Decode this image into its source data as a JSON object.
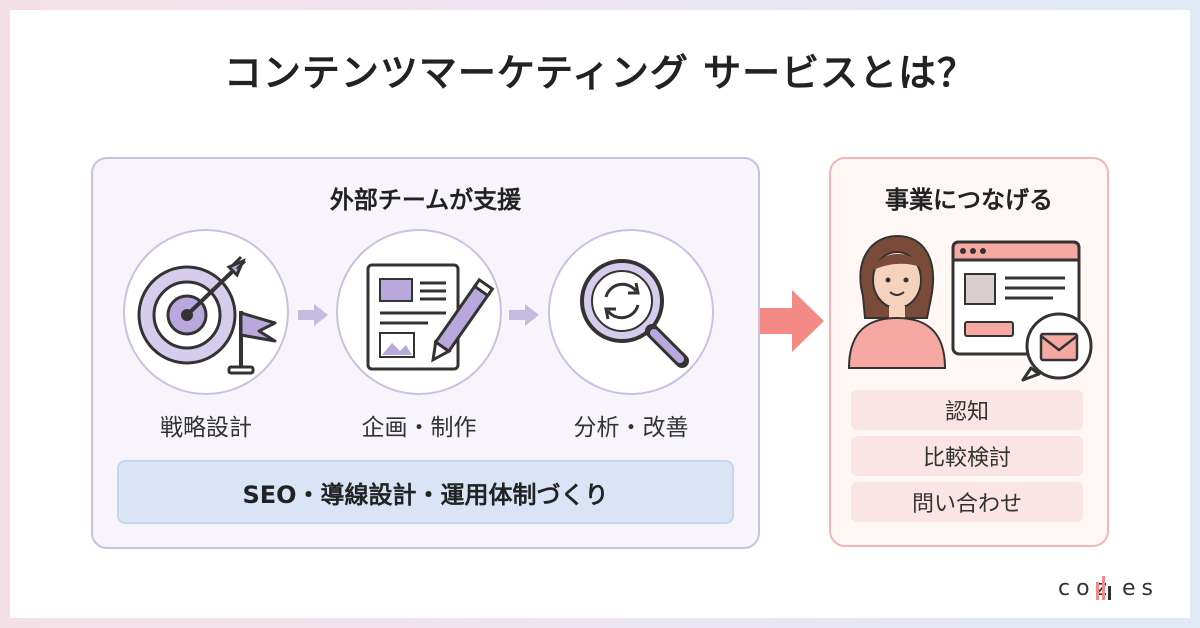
{
  "title": "コンテンツマーケティング サービスとは？",
  "left_panel": {
    "heading": "外部チームが支援",
    "steps": [
      {
        "label": "戦略設計",
        "icon": "target-flag-icon"
      },
      {
        "label": "企画・制作",
        "icon": "document-pen-icon"
      },
      {
        "label": "分析・改善",
        "icon": "magnifier-refresh-icon"
      }
    ],
    "banner": "SEO・導線設計・運用体制づくり"
  },
  "right_panel": {
    "heading": "事業につなげる",
    "illustration": "woman-browser-mail-icon",
    "outcomes": [
      "認知",
      "比較検討",
      "問い合わせ"
    ]
  },
  "logo": {
    "text_left": "coz",
    "text_right": "es"
  },
  "colors": {
    "purple_accent": "#b9a8dc",
    "pink_accent": "#f08b88",
    "blue_banner": "#d9e5f6"
  }
}
